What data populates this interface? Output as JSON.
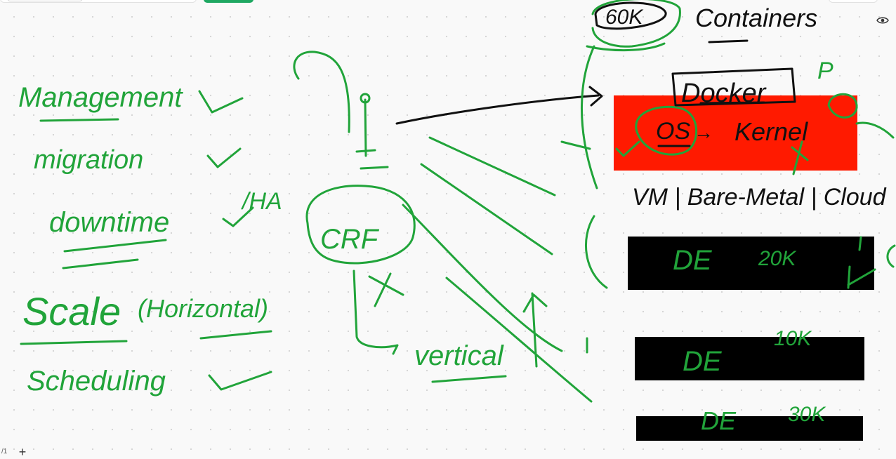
{
  "toolbar": {
    "accent_color": "#1fa862"
  },
  "page": {
    "indicator": "/1",
    "add_label": "+"
  },
  "view": {
    "visibility_icon": "eye-icon"
  },
  "ink": {
    "green": "#21a43a",
    "black": "#111111",
    "red_fill": "#ff1a00",
    "black_fill": "#000000"
  },
  "notes": {
    "management": "Management",
    "migration": "migration",
    "downtime": "downtime",
    "ha": "/HA",
    "scale": "Scale",
    "horizontal": "(Horizontal)",
    "scheduling": "Scheduling",
    "crf": "CRF",
    "vertical": "vertical",
    "size_60k": "60K",
    "containers": "Containers",
    "docker": "Docker",
    "os": "OS",
    "arrow": "→",
    "kernel": "Kernel",
    "vm_line": "VM | Bare-Metal | Cloud",
    "de1": "DE",
    "size_20k": "20K",
    "de2": "DE",
    "size_10k": "10K",
    "de3": "DE",
    "size_30k": "30K",
    "p_mark": "P"
  }
}
